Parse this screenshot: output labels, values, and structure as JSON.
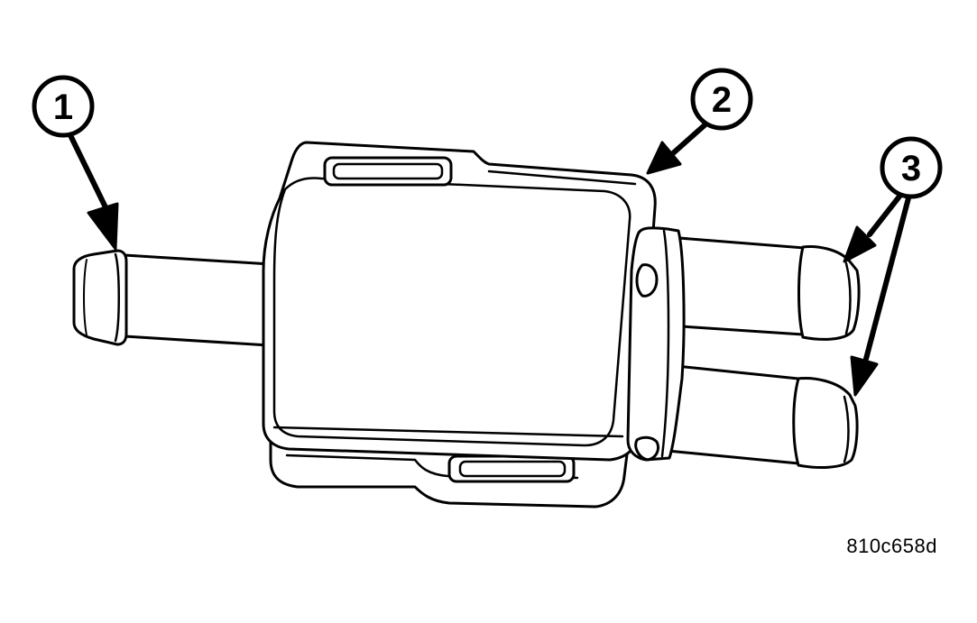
{
  "callouts": {
    "c1": "1",
    "c2": "2",
    "c3": "3"
  },
  "figure_id": "810c658d",
  "colors": {
    "line": "#000000",
    "fill": "#ffffff"
  }
}
